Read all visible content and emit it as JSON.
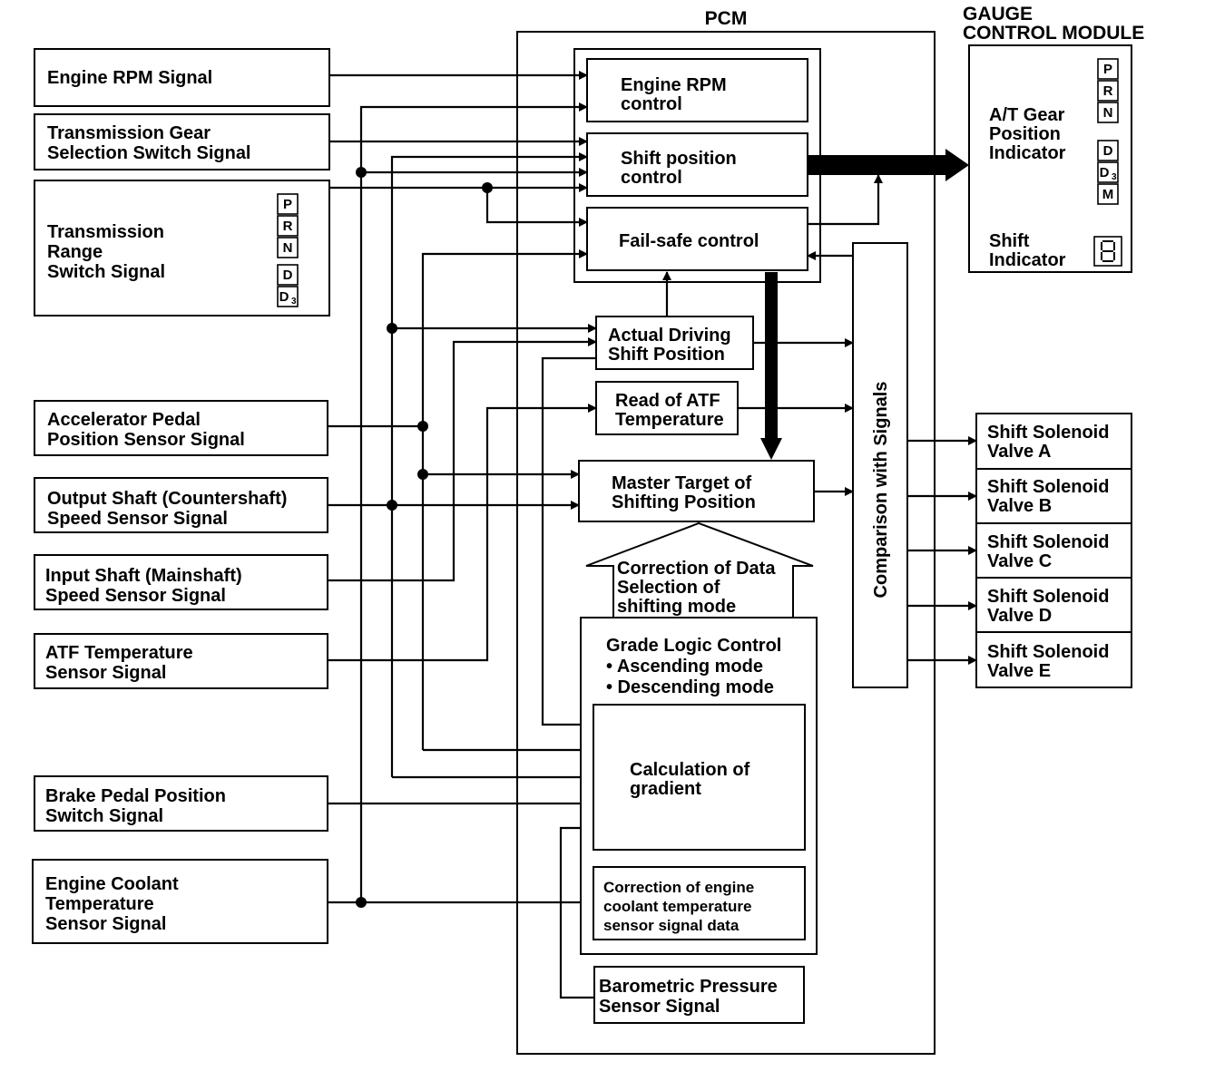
{
  "pcm": {
    "title": "PCM"
  },
  "gauge": {
    "title_line1": "GAUGE",
    "title_line2": "CONTROL MODULE",
    "at_gear_label": [
      "A/T Gear",
      "Position",
      "Indicator"
    ],
    "shift_indicator_label": [
      "Shift",
      "Indicator"
    ],
    "gear_letters": [
      "P",
      "R",
      "N",
      "D",
      "D3",
      "M"
    ]
  },
  "inputs": {
    "engine_rpm": [
      "Engine RPM Signal"
    ],
    "trans_gear_switch": [
      "Transmission Gear",
      "Selection Switch Signal"
    ],
    "trans_range_switch": [
      "Transmission",
      "Range",
      "Switch Signal"
    ],
    "trans_range_letters": [
      "P",
      "R",
      "N",
      "D",
      "D3"
    ],
    "accel_pedal": [
      "Accelerator Pedal",
      "Position Sensor Signal"
    ],
    "output_shaft": [
      "Output Shaft (Countershaft)",
      "Speed Sensor Signal"
    ],
    "input_shaft": [
      "Input Shaft (Mainshaft)",
      "Speed Sensor Signal"
    ],
    "atf_temp": [
      "ATF Temperature",
      "Sensor Signal"
    ],
    "brake_pedal": [
      "Brake Pedal Position",
      "Switch Signal"
    ],
    "engine_coolant": [
      "Engine Coolant",
      "Temperature",
      "Sensor Signal"
    ]
  },
  "pcm_blocks": {
    "engine_rpm_control": [
      "Engine RPM",
      "control"
    ],
    "shift_position_control": [
      "Shift position",
      "control"
    ],
    "fail_safe_control": [
      "Fail-safe control"
    ],
    "actual_driving": [
      "Actual Driving",
      "Shift Position"
    ],
    "read_atf": [
      "Read of ATF",
      "Temperature"
    ],
    "master_target": [
      "Master Target of",
      "Shifting Position"
    ],
    "correction_data": [
      "Correction of Data",
      "Selection of",
      "shifting mode"
    ],
    "grade_logic": [
      "Grade Logic Control",
      "• Ascending mode",
      "• Descending mode"
    ],
    "calc_gradient": [
      "Calculation of",
      "gradient"
    ],
    "coolant_correction": [
      "Correction of engine",
      "coolant temperature",
      "sensor signal data"
    ],
    "barometric": [
      "Barometric Pressure",
      "Sensor Signal"
    ],
    "comparison": "Comparison with Signals"
  },
  "outputs": {
    "valve_a": [
      "Shift Solenoid",
      "Valve A"
    ],
    "valve_b": [
      "Shift Solenoid",
      "Valve B"
    ],
    "valve_c": [
      "Shift Solenoid",
      "Valve C"
    ],
    "valve_d": [
      "Shift Solenoid",
      "Valve D"
    ],
    "valve_e": [
      "Shift Solenoid",
      "Valve E"
    ]
  }
}
